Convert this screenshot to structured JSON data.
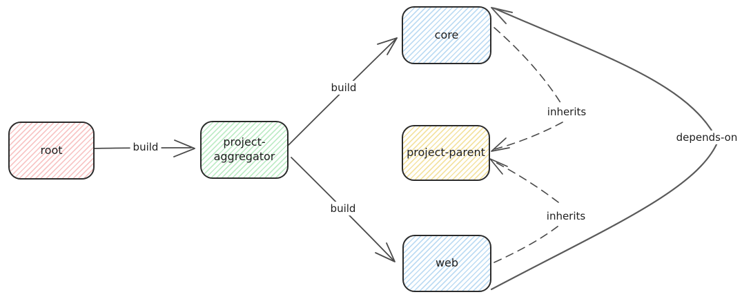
{
  "diagram": {
    "nodes": {
      "root": {
        "label": "root",
        "fill_color": "#ffc9c9"
      },
      "project_aggregator": {
        "label": "project-aggregator",
        "fill_color": "#b2f2bb"
      },
      "core": {
        "label": "core",
        "fill_color": "#a5d8ff"
      },
      "project_parent": {
        "label": "project-parent",
        "fill_color": "#ffec99"
      },
      "web": {
        "label": "web",
        "fill_color": "#a5d8ff"
      }
    },
    "edges": {
      "build_root_to_aggregator": {
        "label": "build",
        "from": "root",
        "to": "project-aggregator",
        "line": "solid"
      },
      "build_aggregator_to_core": {
        "label": "build",
        "from": "project-aggregator",
        "to": "core",
        "line": "solid"
      },
      "build_aggregator_to_web": {
        "label": "build",
        "from": "project-aggregator",
        "to": "web",
        "line": "solid"
      },
      "inherits_core_to_parent": {
        "label": "inherits",
        "from": "core",
        "to": "project-parent",
        "line": "dashed"
      },
      "inherits_web_to_parent": {
        "label": "inherits",
        "from": "web",
        "to": "project-parent",
        "line": "dashed"
      },
      "depends_on_web_to_core": {
        "label": "depends-on",
        "from": "web",
        "to": "core",
        "line": "solid-curved"
      }
    },
    "colors": {
      "background": "#ffffff",
      "node_stroke": "#2b2b2b",
      "edge_stroke": "#4a4a4a",
      "text": "#1e1e1e"
    }
  }
}
